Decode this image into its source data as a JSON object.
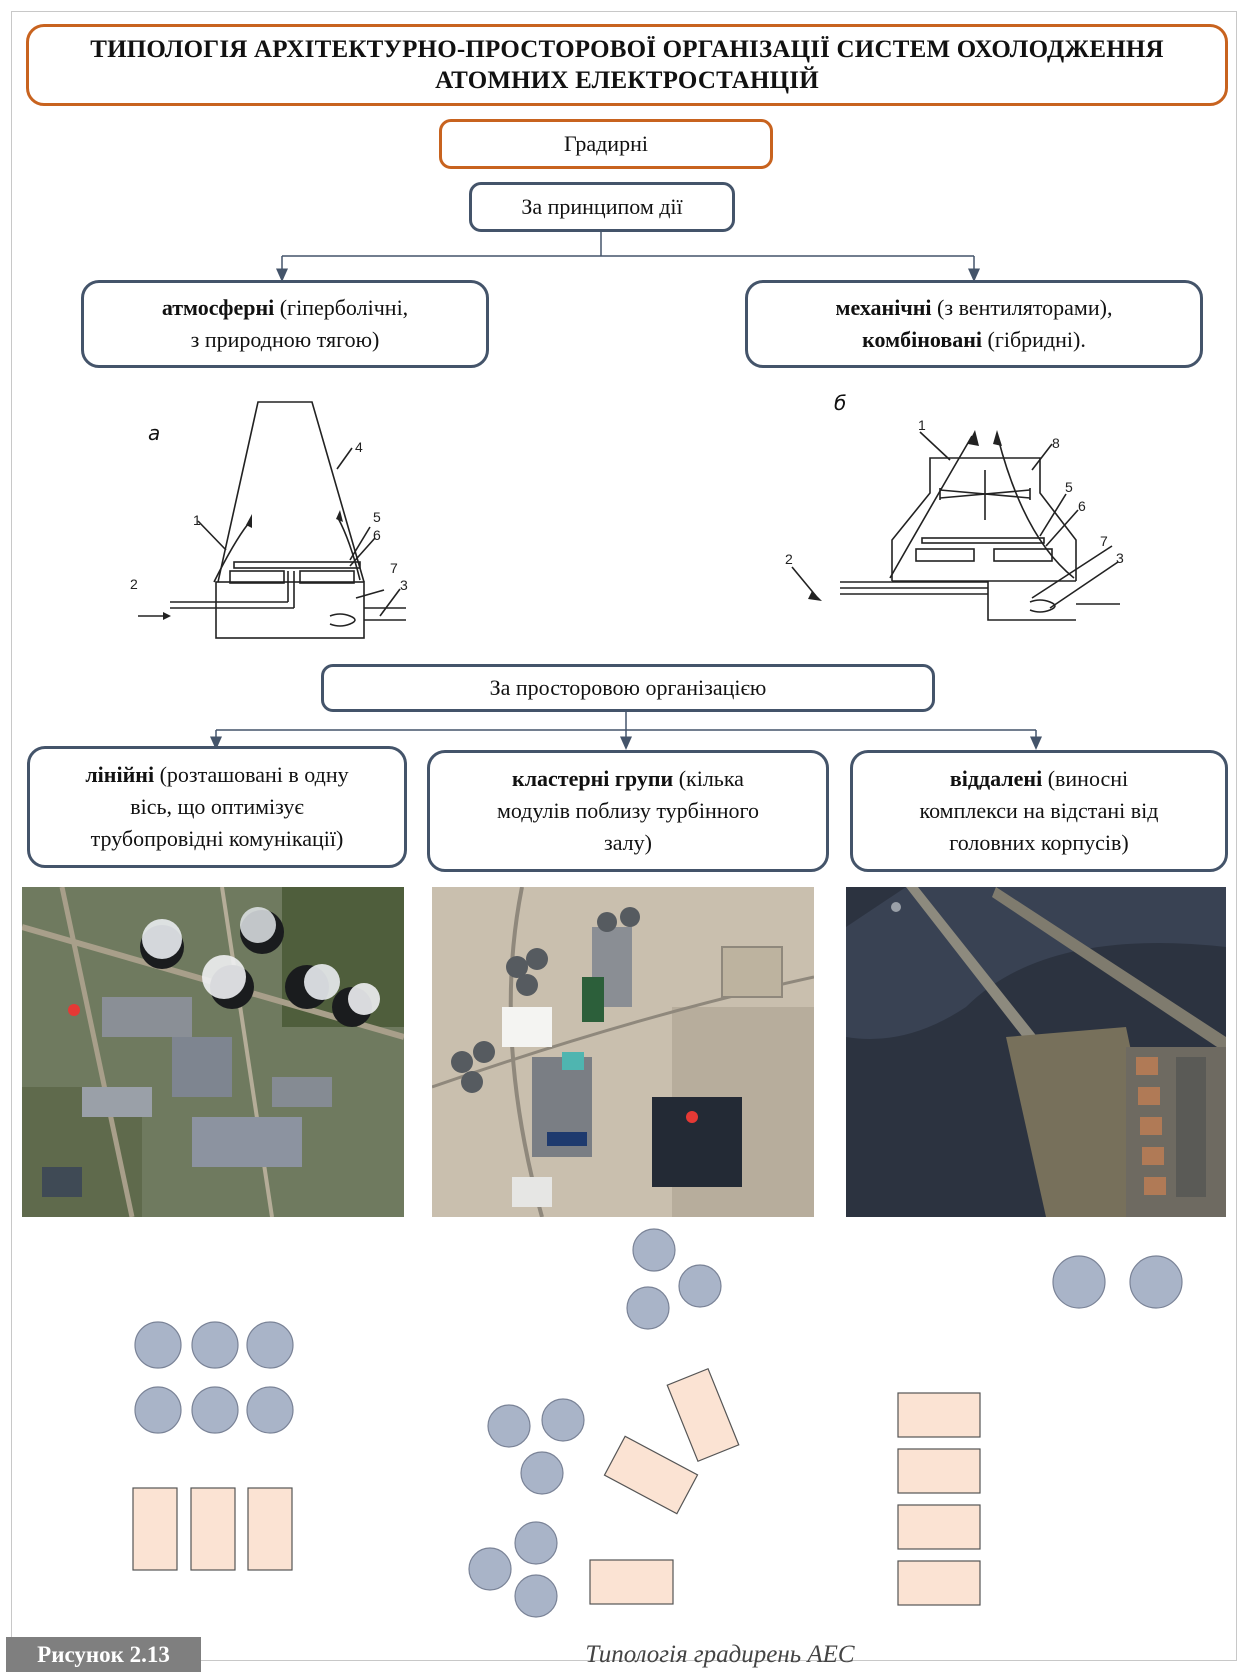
{
  "header": {
    "title_line1": "ТИПОЛОГІЯ АРХІТЕКТУРНО-ПРОСТОРОВОЇ ОРГАНІЗАЦІЇ СИСТЕМ ОХОЛОДЖЕННЯ",
    "title_line2": "АТОМНИХ ЕЛЕКТРОСТАНЦІЙ"
  },
  "subject": "Градирні",
  "principle": {
    "heading": "За принципом дії",
    "left": {
      "bold": "атмосферні",
      "text1": " (гіперболічні,",
      "text2": "з природною тягою)"
    },
    "right": {
      "bold1": "механічні",
      "text1": " (з вентиляторами),",
      "bold2": "комбіновані",
      "text2": " (гібридні)."
    }
  },
  "schemes": {
    "a": {
      "letter": "а",
      "labels": [
        "1",
        "2",
        "3",
        "4",
        "5",
        "6",
        "7"
      ]
    },
    "b": {
      "letter": "б",
      "labels": [
        "1",
        "2",
        "3",
        "5",
        "6",
        "7",
        "8"
      ]
    }
  },
  "spatial": {
    "heading": "За просторовою організацією",
    "linear": {
      "bold": "лінійні",
      "line1": " (розташовані в одну",
      "line2": "вісь, що оптимізує",
      "line3": "трубопровідні комунікації)"
    },
    "cluster": {
      "bold": "кластерні групи",
      "line1": " (кілька",
      "line2": "модулів поблизу турбінного",
      "line3": "залу)"
    },
    "remote": {
      "bold": "віддалені",
      "line1": " (виносні",
      "line2": "комплекси на відстані від",
      "line3": "головних корпусів)"
    }
  },
  "colors": {
    "accent_orange": "#c8631f",
    "box_border": "#44546a",
    "tower_fill": "#a9b4c8",
    "building_fill": "#fbe3d3"
  },
  "caption": {
    "figure": "Рисунок 2.13",
    "text": "Типологія градирень АЕС"
  }
}
